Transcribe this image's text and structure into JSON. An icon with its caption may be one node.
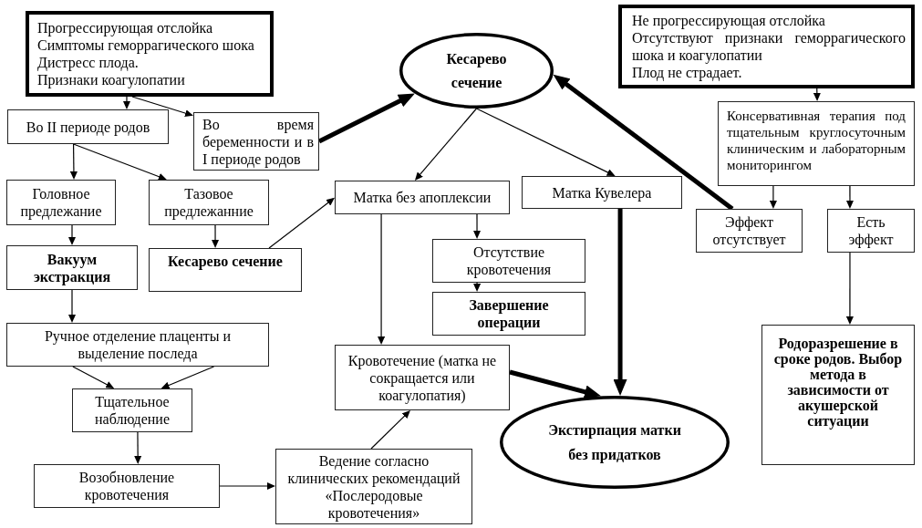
{
  "diagram": {
    "nodes": [
      {
        "text": [
          "Прогрессирующая отслойка",
          "Симптомы геморрагического шока",
          "Дистресс плода.",
          "Признаки коагулопатии"
        ]
      },
      {
        "text": [
          "Кесарево сечение"
        ]
      },
      {
        "text": [
          "Не прогрессирующая отслойка",
          "Отсутствуют признаки геморрагического шока и коагулопатии",
          "Плод не страдает."
        ]
      },
      {
        "text": [
          "Во II периоде родов"
        ]
      },
      {
        "text": [
          "Во время беременности и в I периоде родов"
        ]
      },
      {
        "text": [
          "Консервативная терапия под тщательным круглосуточным клиническим и лабораторным мониторингом"
        ]
      },
      {
        "text": [
          "Головное предлежание"
        ]
      },
      {
        "text": [
          "Тазовое предлежанние"
        ]
      },
      {
        "text": [
          "Матка без апоплексии"
        ]
      },
      {
        "text": [
          "Матка Кувелера"
        ]
      },
      {
        "text": [
          "Эффект отсутствует"
        ]
      },
      {
        "text": [
          "Есть эффект"
        ]
      },
      {
        "text": [
          "Вакуум экстракция"
        ]
      },
      {
        "text": [
          "Кесарево сечение"
        ]
      },
      {
        "text": [
          "Отсутствие кровотечения"
        ]
      },
      {
        "text": [
          "Завершение операции"
        ]
      },
      {
        "text": [
          "Ручное отделение плаценты и выделение последа"
        ]
      },
      {
        "text": [
          "Родоразрешение в сроке родов. Выбор метода в зависимости от акушерской ситуации"
        ]
      },
      {
        "text": [
          "Кровотечение (матка не сокращается или коагулопатия)"
        ]
      },
      {
        "text": [
          "Тщательное наблюдение"
        ]
      },
      {
        "text": [
          "Экстирпация матки без придатков"
        ]
      },
      {
        "text": [
          "Ведение согласно клинических рекомендаций «Послеродовые кровотечения»"
        ]
      },
      {
        "text": [
          "Возобновление кровотечения"
        ]
      }
    ],
    "edges": [
      {
        "from": 0,
        "to": 3,
        "arrow": "to"
      },
      {
        "from": 0,
        "to": 4,
        "arrow": "to"
      },
      {
        "from": 4,
        "to": 1,
        "arrow": "to",
        "style": "thick"
      },
      {
        "from": 3,
        "to": 6,
        "arrow": "to"
      },
      {
        "from": 3,
        "to": 7,
        "arrow": "to"
      },
      {
        "from": 1,
        "to": 8,
        "arrow": "to"
      },
      {
        "from": 1,
        "to": 9,
        "arrow": "to"
      },
      {
        "from": 2,
        "to": 5,
        "arrow": "to"
      },
      {
        "from": 5,
        "to": 10,
        "arrow": "to"
      },
      {
        "from": 5,
        "to": 11,
        "arrow": "to"
      },
      {
        "from": 10,
        "to": 1,
        "arrow": "to",
        "style": "thick"
      },
      {
        "from": 9,
        "to": 20,
        "arrow": "to",
        "style": "thick"
      },
      {
        "from": 8,
        "to": 18,
        "arrow": "to"
      },
      {
        "from": 8,
        "to": 14,
        "arrow": "to"
      },
      {
        "from": 14,
        "to": 15,
        "arrow": "to"
      },
      {
        "from": 11,
        "to": 17,
        "arrow": "to"
      },
      {
        "from": 7,
        "to": 13,
        "arrow": "to"
      },
      {
        "from": 6,
        "to": 12,
        "arrow": "to"
      },
      {
        "from": 13,
        "to": 8,
        "arrow": "to"
      },
      {
        "from": 12,
        "to": 16,
        "arrow": "to"
      },
      {
        "from": 18,
        "to": 20,
        "arrow": "to",
        "style": "thick"
      },
      {
        "from": 16,
        "to": 19,
        "arrow": "to"
      },
      {
        "from": 16,
        "to": 19,
        "arrow": "to"
      },
      {
        "from": 19,
        "to": 22,
        "arrow": "to"
      },
      {
        "from": 22,
        "to": 21,
        "arrow": "to"
      },
      {
        "from": 21,
        "to": 18,
        "arrow": "to"
      }
    ]
  }
}
